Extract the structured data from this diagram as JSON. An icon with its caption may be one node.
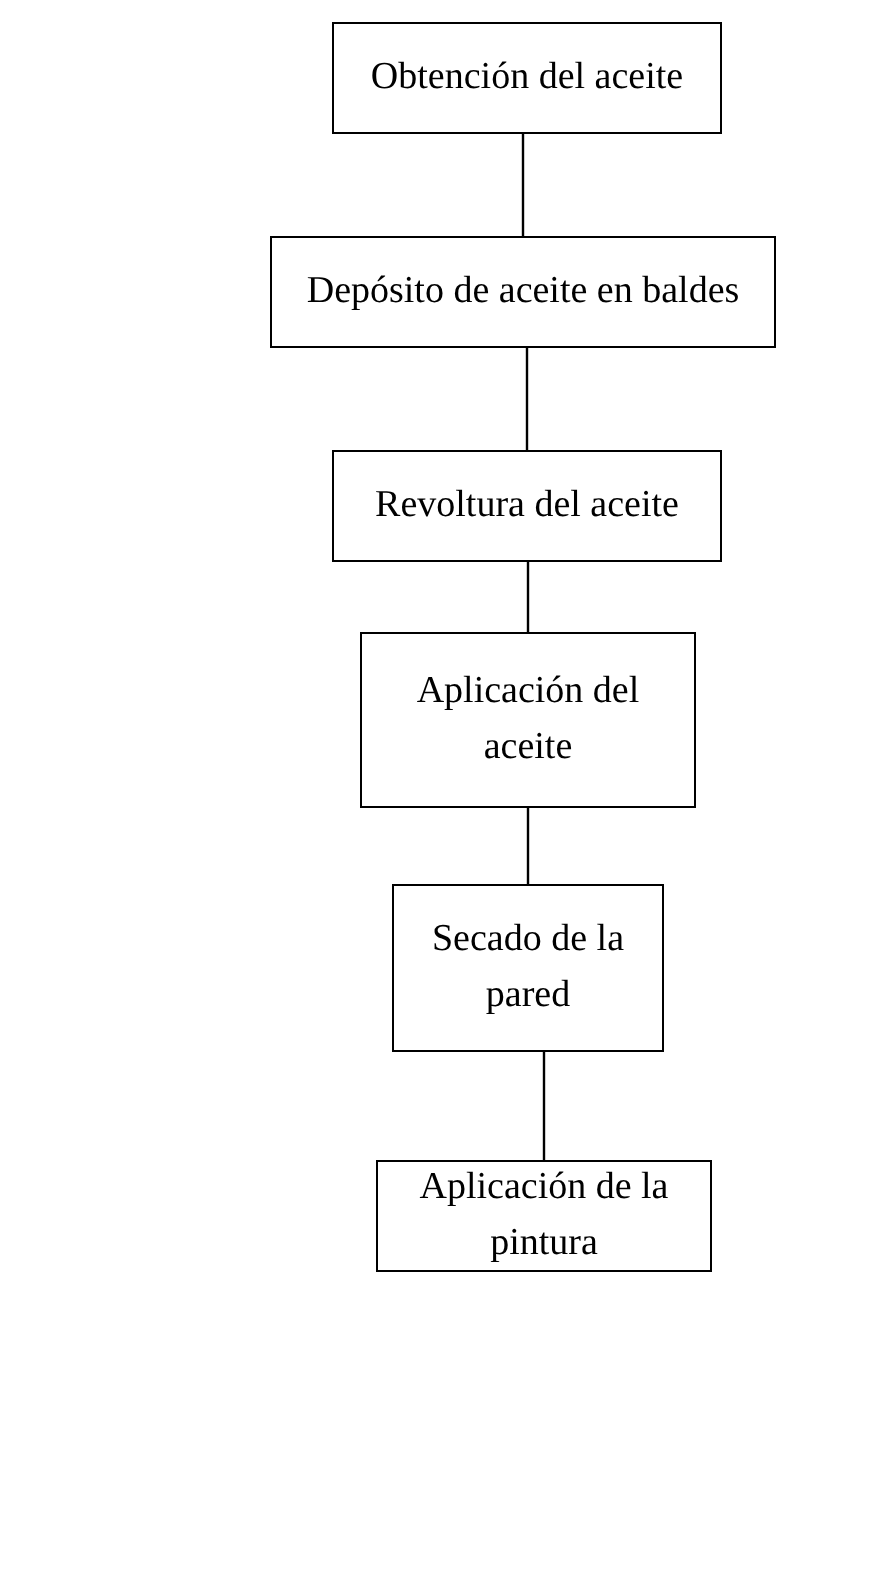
{
  "diagram": {
    "nodes": [
      {
        "text": [
          "Obtención del aceite"
        ]
      },
      {
        "text": [
          "Depósito de aceite en baldes"
        ]
      },
      {
        "text": [
          "Revoltura del aceite"
        ]
      },
      {
        "text": [
          "Aplicación del aceite"
        ]
      },
      {
        "text": [
          "Secado de la pared"
        ]
      },
      {
        "text": [
          "Aplicación de la pintura"
        ]
      }
    ],
    "edges": [
      {
        "from": 0,
        "to": 1,
        "arrow": "none"
      },
      {
        "from": 1,
        "to": 2,
        "arrow": "none"
      },
      {
        "from": 2,
        "to": 3,
        "arrow": "none"
      },
      {
        "from": 3,
        "to": 4,
        "arrow": "none"
      },
      {
        "from": 4,
        "to": 5,
        "arrow": "none"
      }
    ]
  }
}
